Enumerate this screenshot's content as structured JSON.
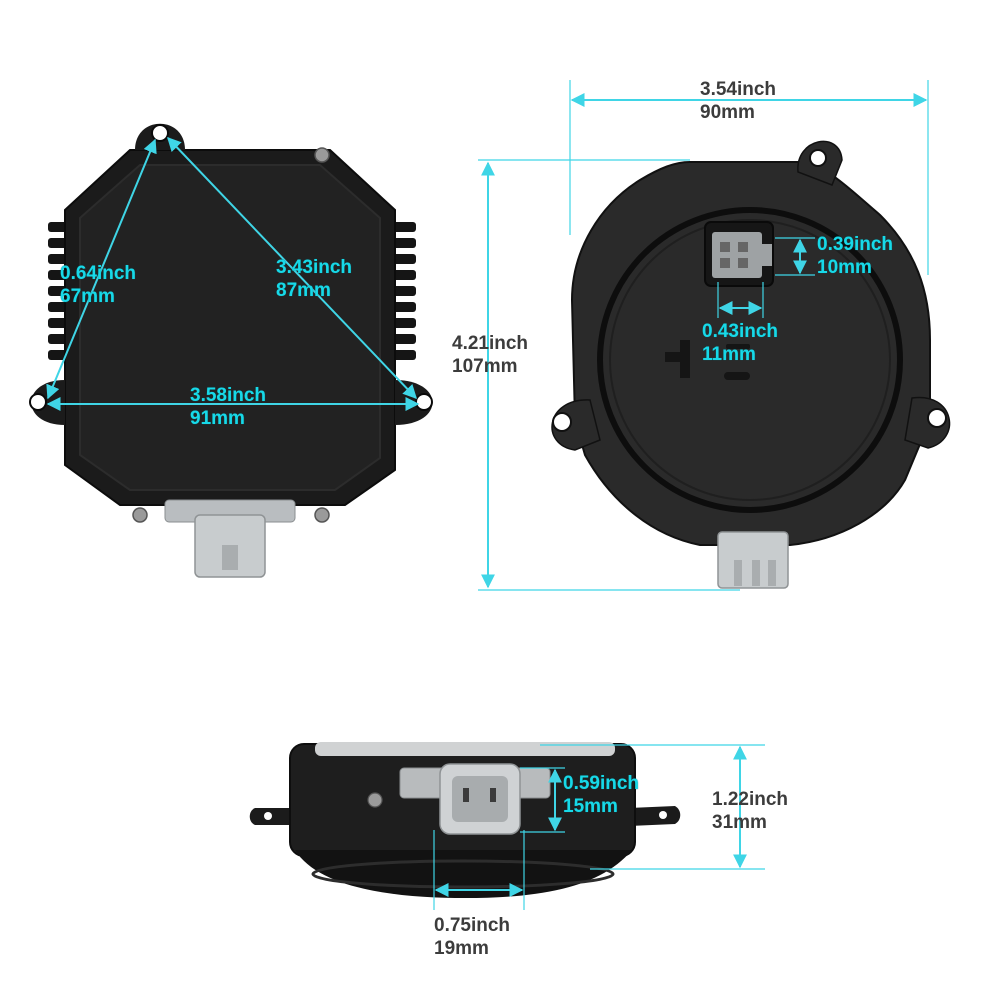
{
  "colors": {
    "dimension_line": "#3fd5e6",
    "dimension_text": "#17d9e8",
    "outer_text": "#3c3c3c",
    "housing": "#1a1a1a",
    "connector": "#c8ccce"
  },
  "views": {
    "back": {
      "dims": {
        "hole_to_hole_left": {
          "inch": "0.64inch",
          "mm": "67mm"
        },
        "diagonal": {
          "inch": "3.43inch",
          "mm": "87mm"
        },
        "width": {
          "inch": "3.58inch",
          "mm": "91mm"
        }
      }
    },
    "front": {
      "dims": {
        "width": {
          "inch": "3.54inch",
          "mm": "90mm"
        },
        "height": {
          "inch": "4.21inch",
          "mm": "107mm"
        },
        "socket_height": {
          "inch": "0.39inch",
          "mm": "10mm"
        },
        "socket_width": {
          "inch": "0.43inch",
          "mm": "11mm"
        }
      }
    },
    "side": {
      "dims": {
        "plug_height": {
          "inch": "0.59inch",
          "mm": "15mm"
        },
        "depth": {
          "inch": "1.22inch",
          "mm": "31mm"
        },
        "plug_width": {
          "inch": "0.75inch",
          "mm": "19mm"
        }
      }
    }
  }
}
